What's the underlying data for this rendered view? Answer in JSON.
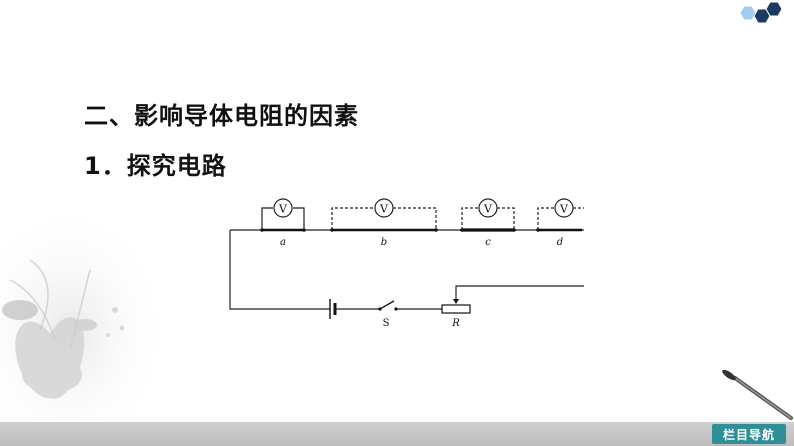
{
  "slide": {
    "heading": "二、影响导体电阻的因素",
    "subheading": "1．探究电路"
  },
  "circuit": {
    "voltmeter_symbol": "V",
    "wire_labels": [
      "a",
      "b",
      "c",
      "d"
    ],
    "switch_label": "S",
    "rheostat_label": "R"
  },
  "footer": {
    "nav_label": "栏目导航"
  },
  "colors": {
    "nav_button": "#2e8f96",
    "footer_bar": "#c6c6c6",
    "logo_hex": "#1c3a63",
    "logo_hex_light": "#8fc3e8"
  },
  "icons": [
    "hexagon-logo-icon",
    "lotus-decoration-icon",
    "brush-decoration-icon"
  ]
}
